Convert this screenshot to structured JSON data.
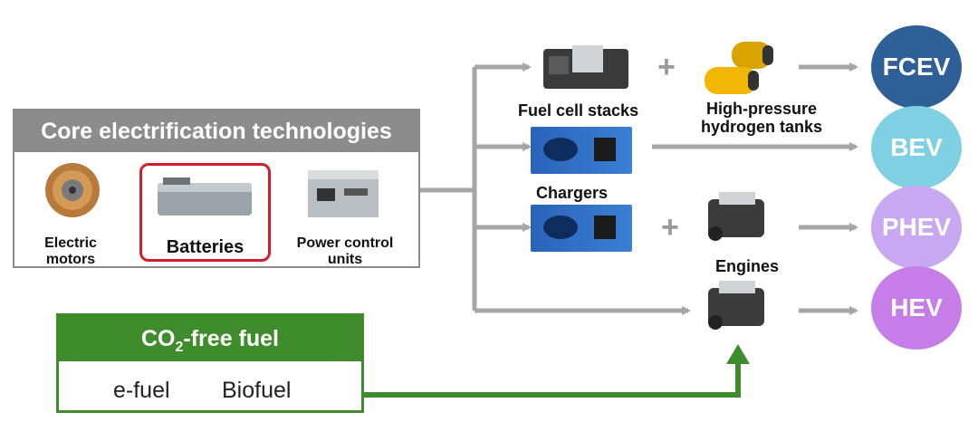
{
  "core": {
    "title": "Core electrification technologies",
    "items": [
      {
        "label_line1": "Electric",
        "label_line2": "motors"
      },
      {
        "label": "Batteries"
      },
      {
        "label_line1": "Power control",
        "label_line2": "units"
      }
    ]
  },
  "fuel": {
    "title_prefix": "CO",
    "title_sub": "2",
    "title_suffix": "-free fuel",
    "items": [
      "e-fuel",
      "Biofuel"
    ]
  },
  "components": {
    "fuel_cell_stacks": "Fuel cell stacks",
    "hydrogen_line1": "High-pressure",
    "hydrogen_line2": "hydrogen tanks",
    "chargers": "Chargers",
    "engines": "Engines",
    "plus": "+"
  },
  "vehicles": [
    {
      "label": "FCEV",
      "color": "#2f5f97"
    },
    {
      "label": "BEV",
      "color": "#7fd0e2"
    },
    {
      "label": "PHEV",
      "color": "#c8a8f0"
    },
    {
      "label": "HEV",
      "color": "#c77de8"
    }
  ],
  "colors": {
    "arrow_gray": "#a6a6a6",
    "fuel_green": "#3f8c2c",
    "highlight_red": "#d21d2a",
    "core_gray": "#8c8c8c"
  }
}
